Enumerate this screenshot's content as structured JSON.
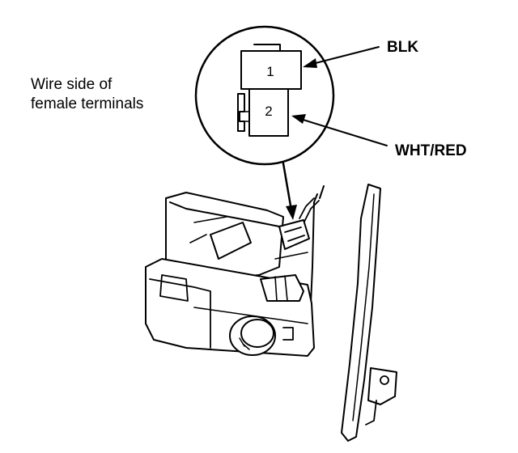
{
  "diagram": {
    "caption_lines": [
      "Wire side of",
      "female terminals"
    ],
    "terminal_1": "1",
    "terminal_2": "2",
    "wire_1_color": "BLK",
    "wire_2_color": "WHT/RED"
  },
  "colors": {
    "ink": "#000000",
    "paper": "#ffffff"
  }
}
